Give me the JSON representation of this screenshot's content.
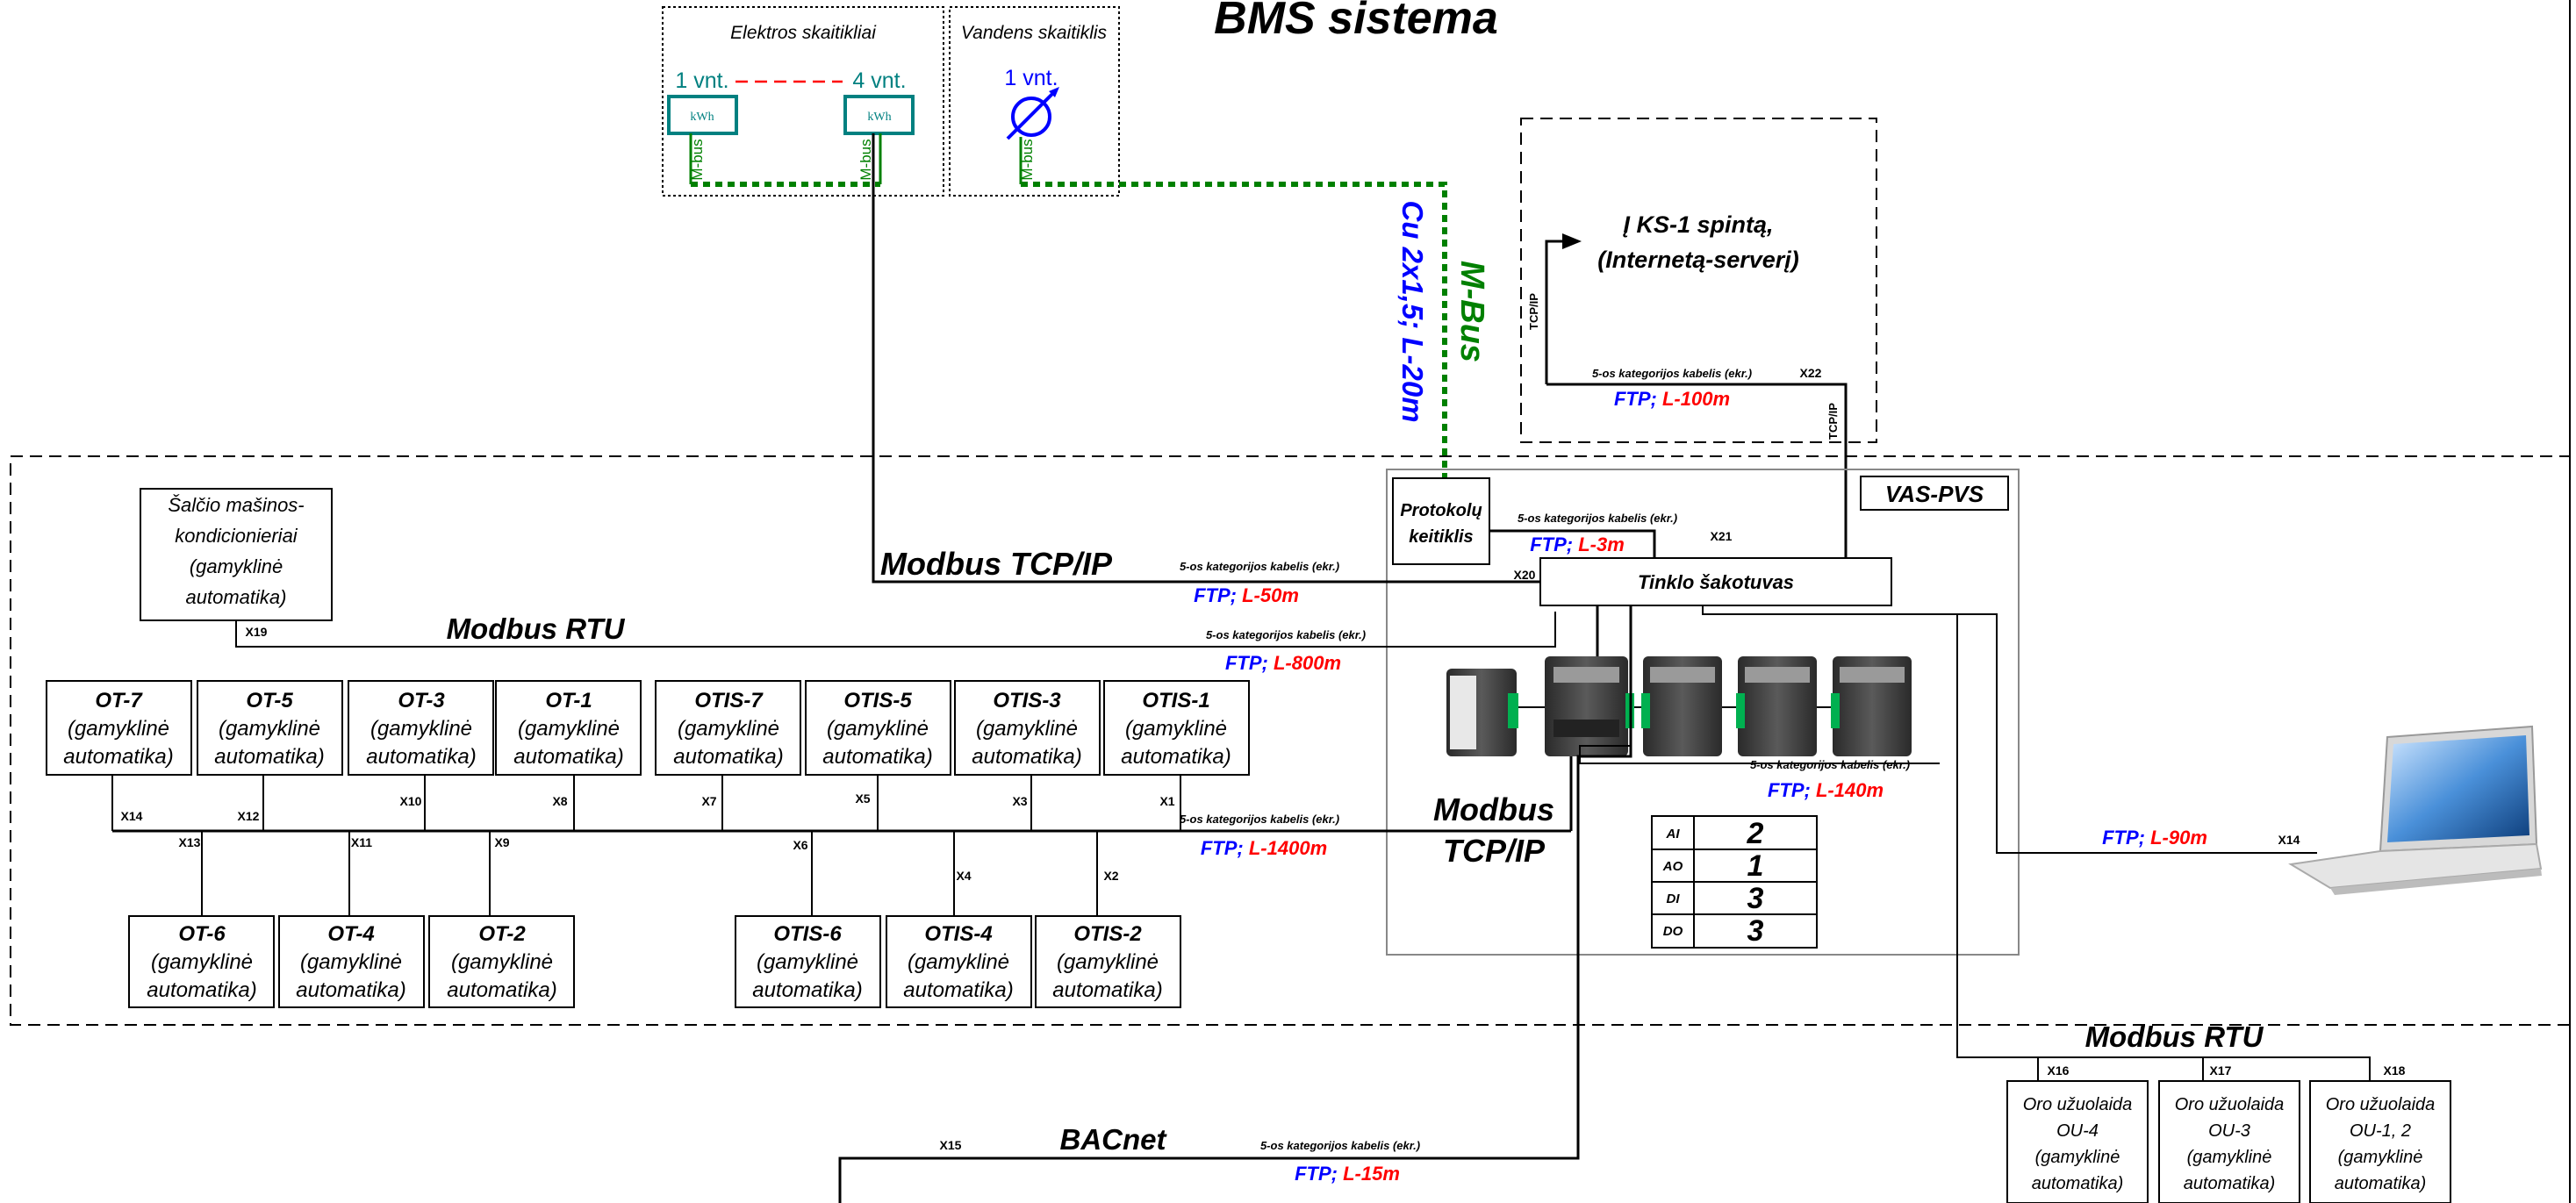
{
  "title": "BMS sistema",
  "meters": {
    "electric": {
      "title": "Elektros skaitikliai",
      "count_left": "1 vnt.",
      "count_right": "4 vnt.",
      "unit": "kWh",
      "bus": "M-bus"
    },
    "water": {
      "title": "Vandens skaitiklis",
      "count": "1 vnt.",
      "bus": "M-bus"
    }
  },
  "mbus_cable": {
    "name": "M-Bus",
    "spec": "Cu 2x1,5; L-20m"
  },
  "ks_cabinet": {
    "line1": "Į KS-1 spintą,",
    "line2": "(Internetą-serverį)",
    "tcp_vertical": "TCP/IP",
    "tcp_vertical2": "TCP/IP",
    "cable": "5-os kategorijos kabelis (ekr.)",
    "port": "X22",
    "ftp": "FTP;",
    "length": "L-100m"
  },
  "vas_label": "VAS-PVS",
  "protocol_converter": {
    "line1": "Protokolų",
    "line2": "keitiklis"
  },
  "link_x21": {
    "cable": "5-os kategorijos kabelis (ekr.)",
    "ftp": "FTP;",
    "length": "L-3m",
    "port": "X21"
  },
  "switch": "Tinklo šakotuvas",
  "modbus_tcp": {
    "label": "Modbus TCP/IP",
    "cable": "5-os kategorijos kabelis (ekr.)",
    "port": "X20",
    "ftp": "FTP;",
    "length": "L-50m"
  },
  "chiller": {
    "line1": "Šalčio mašinos-",
    "line2": "kondicionieriai",
    "line3": "(gamyklinė",
    "line4": "automatika)",
    "port": "X19"
  },
  "modbus_rtu_top": {
    "label": "Modbus RTU",
    "cable": "5-os kategorijos kabelis (ekr.)",
    "ftp": "FTP;",
    "length": "L-800m"
  },
  "top_row": [
    {
      "name": "OT-7",
      "sub1": "(gamyklinė",
      "sub2": "automatika)",
      "port": "X14"
    },
    {
      "name": "OT-5",
      "sub1": "(gamyklinė",
      "sub2": "automatika)",
      "port": "X12"
    },
    {
      "name": "OT-3",
      "sub1": "(gamyklinė",
      "sub2": "automatika)",
      "port": "X10"
    },
    {
      "name": "OT-1",
      "sub1": "(gamyklinė",
      "sub2": "automatika)",
      "port": "X8"
    },
    {
      "name": "OTIS-7",
      "sub1": "(gamyklinė",
      "sub2": "automatika)",
      "port": "X7"
    },
    {
      "name": "OTIS-5",
      "sub1": "(gamyklinė",
      "sub2": "automatika)",
      "port": "X5"
    },
    {
      "name": "OTIS-3",
      "sub1": "(gamyklinė",
      "sub2": "automatika)",
      "port": "X3"
    },
    {
      "name": "OTIS-1",
      "sub1": "(gamyklinė",
      "sub2": "automatika)",
      "port": "X1"
    }
  ],
  "bottom_row": [
    {
      "name": "OT-6",
      "sub1": "(gamyklinė",
      "sub2": "automatika)",
      "port": "X13"
    },
    {
      "name": "OT-4",
      "sub1": "(gamyklinė",
      "sub2": "automatika)",
      "port": "X11"
    },
    {
      "name": "OT-2",
      "sub1": "(gamyklinė",
      "sub2": "automatika)",
      "port": "X9"
    },
    {
      "name": "OTIS-6",
      "sub1": "(gamyklinė",
      "sub2": "automatika)",
      "port": "X6"
    },
    {
      "name": "OTIS-4",
      "sub1": "(gamyklinė",
      "sub2": "automatika)",
      "port": "X4"
    },
    {
      "name": "OTIS-2",
      "sub1": "(gamyklinė",
      "sub2": "automatika)",
      "port": "X2"
    }
  ],
  "bus_main": {
    "cable": "5-os kategorijos kabelis (ekr.)",
    "ftp": "FTP;",
    "length": "L-1400m"
  },
  "modbus_tcp_center": {
    "line1": "Modbus",
    "line2": "TCP/IP"
  },
  "controller_link": {
    "cable": "5-os kategorijos kabelis (ekr.)",
    "ftp": "FTP;",
    "length": "L-140m"
  },
  "io_table": [
    {
      "type": "AI",
      "count": "2"
    },
    {
      "type": "AO",
      "count": "1"
    },
    {
      "type": "DI",
      "count": "3"
    },
    {
      "type": "DO",
      "count": "3"
    }
  ],
  "laptop_link": {
    "ftp": "FTP;",
    "length": "L-90m",
    "port": "X14"
  },
  "modbus_rtu_right": {
    "label": "Modbus RTU",
    "ports": [
      "X16",
      "X17",
      "X18"
    ]
  },
  "curtains": [
    {
      "l1": "Oro užuolaida",
      "l2": "OU-4",
      "l3": "(gamyklinė",
      "l4": "automatika)"
    },
    {
      "l1": "Oro užuolaida",
      "l2": "OU-3",
      "l3": "(gamyklinė",
      "l4": "automatika)"
    },
    {
      "l1": "Oro užuolaida",
      "l2": "OU-1, 2",
      "l3": "(gamyklinė",
      "l4": "automatika)"
    }
  ],
  "bacnet": {
    "label": "BACnet",
    "port": "X15",
    "cable": "5-os kategorijos kabelis (ekr.)",
    "ftp": "FTP;",
    "length": "L-15m"
  },
  "colors": {
    "ftp_blue": "#0000ff",
    "length_red": "#ff0000",
    "mbus_green": "#008000",
    "meter_teal": "#008080",
    "line": "#000000"
  }
}
